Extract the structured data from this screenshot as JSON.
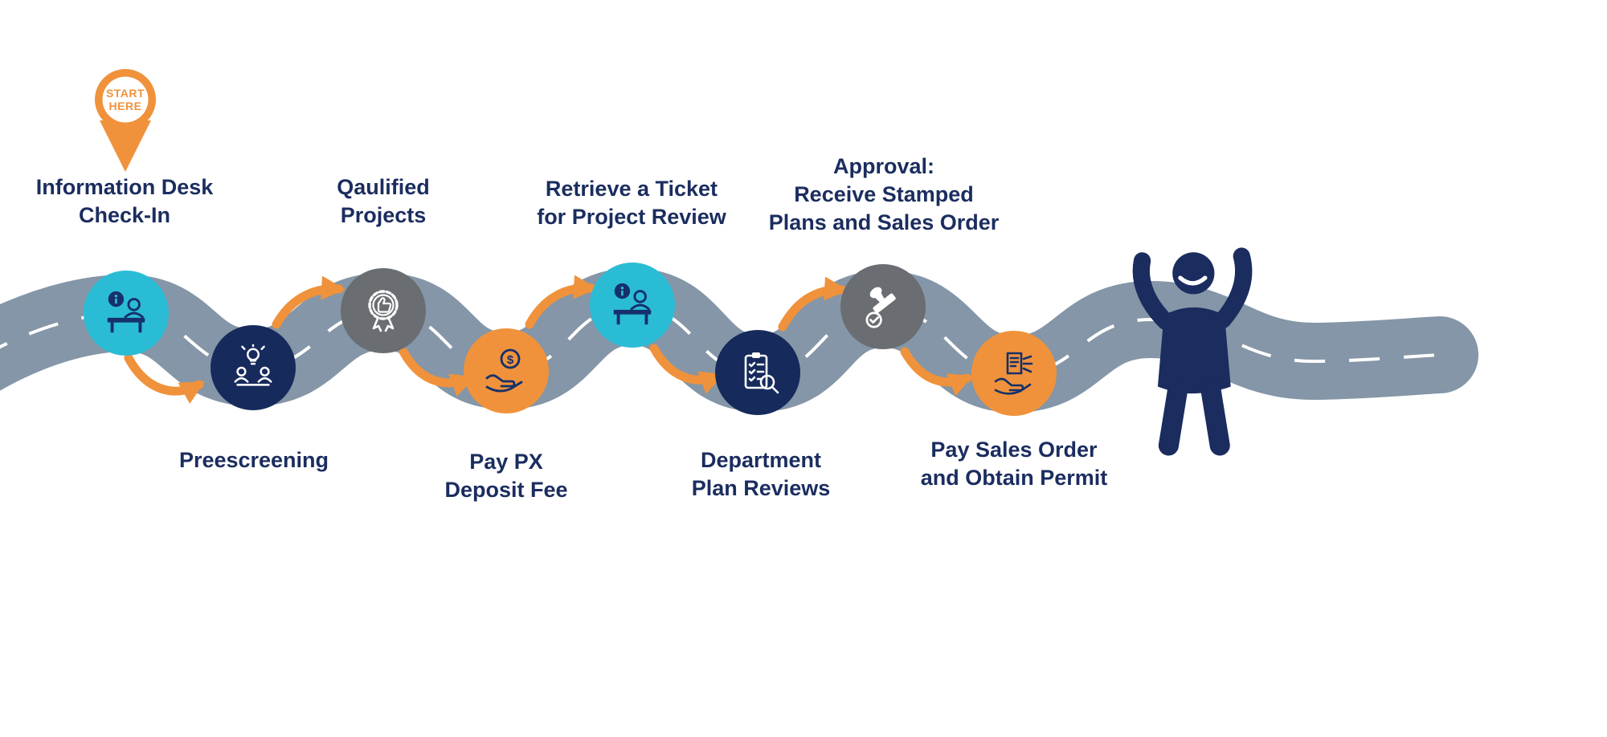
{
  "colors": {
    "navy": "#162A5C",
    "teal": "#2BBCD5",
    "orange": "#F0923B",
    "gray": "#6A6D71",
    "road": "#8496A7",
    "arrow": "#F0923B",
    "label_text": "#1B2D5F"
  },
  "start_pin": {
    "line1": "START",
    "line2": "HERE"
  },
  "steps": [
    {
      "name": "information-desk-check-in",
      "lines": [
        "Information Desk",
        "Check-In"
      ],
      "circle_color": "teal",
      "icon": "info-desk-icon",
      "label_position": "above"
    },
    {
      "name": "preescreening",
      "lines": [
        "Preescreening"
      ],
      "circle_color": "navy",
      "icon": "brainstorm-icon",
      "label_position": "below"
    },
    {
      "name": "qualified-projects",
      "lines": [
        "Qaulified",
        "Projects"
      ],
      "circle_color": "gray",
      "icon": "badge-thumbs-up-icon",
      "label_position": "above"
    },
    {
      "name": "pay-px-deposit-fee",
      "lines": [
        "Pay PX",
        "Deposit Fee"
      ],
      "circle_color": "orange",
      "icon": "hand-coin-icon",
      "label_position": "below"
    },
    {
      "name": "retrieve-ticket-for-project-review",
      "lines": [
        "Retrieve a Ticket",
        "for Project Review"
      ],
      "circle_color": "teal",
      "icon": "ticket-desk-icon",
      "label_position": "above"
    },
    {
      "name": "department-plan-reviews",
      "lines": [
        "Department",
        "Plan Reviews"
      ],
      "circle_color": "navy",
      "icon": "clipboard-magnifier-icon",
      "label_position": "below"
    },
    {
      "name": "approval-stamped-plans-sales-order",
      "lines": [
        "Approval:",
        "Receive Stamped",
        "Plans and Sales Order"
      ],
      "circle_color": "gray",
      "icon": "stamp-icon",
      "label_position": "above"
    },
    {
      "name": "pay-sales-order-obtain-permit",
      "lines": [
        "Pay Sales Order",
        "and Obtain Permit"
      ],
      "circle_color": "orange",
      "icon": "hand-receipt-icon",
      "label_position": "below"
    }
  ]
}
